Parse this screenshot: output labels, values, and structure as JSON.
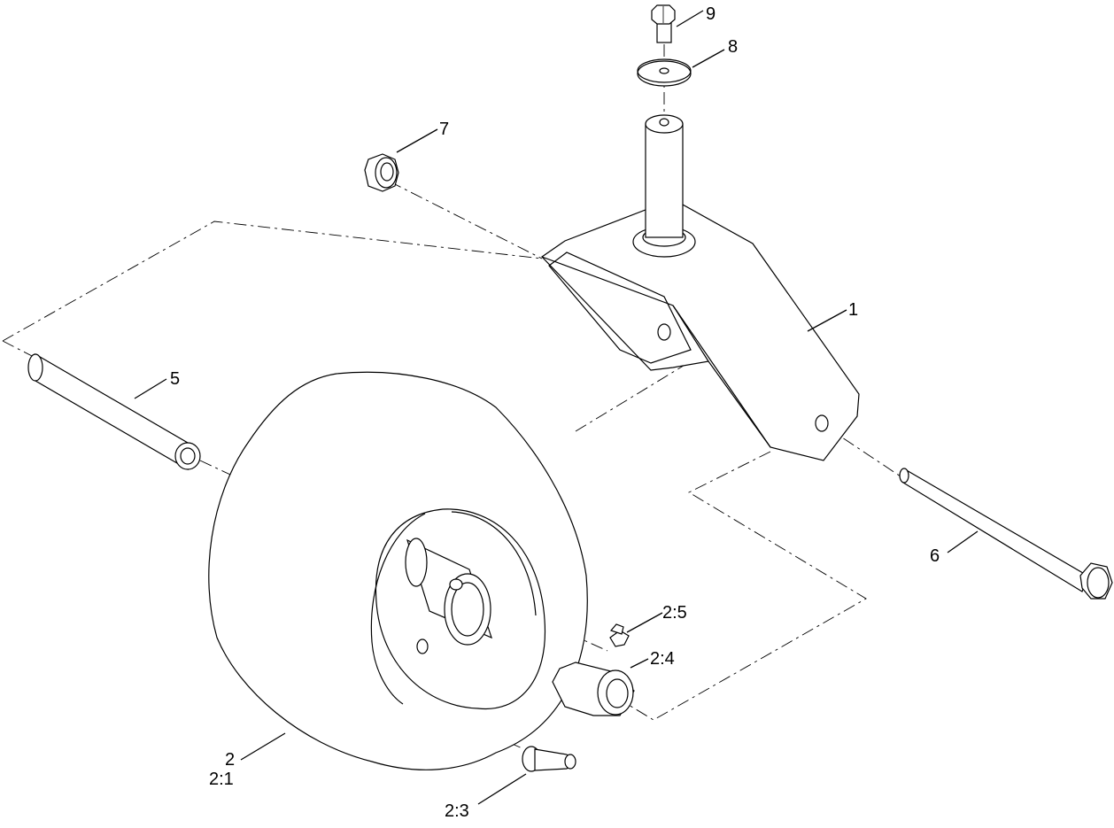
{
  "diagram": {
    "callouts": {
      "c1": "1",
      "c2": "2",
      "c2_1": "2:1",
      "c2_3": "2:3",
      "c2_4": "2:4",
      "c2_5": "2:5",
      "c5": "5",
      "c6": "6",
      "c7": "7",
      "c8": "8",
      "c9": "9"
    }
  }
}
